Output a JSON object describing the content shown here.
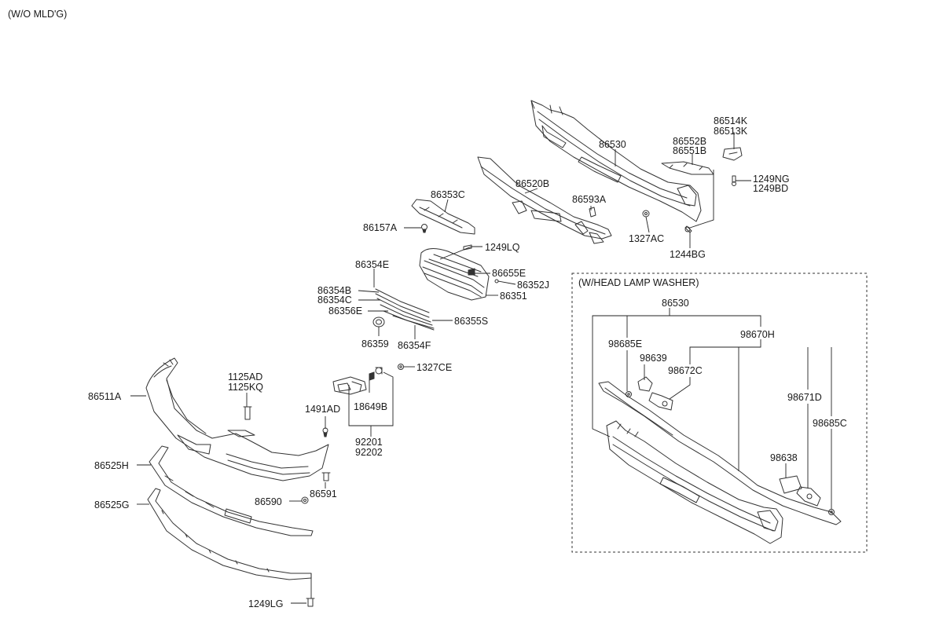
{
  "header_note": "(W/O MLD'G)",
  "inset_title": "(W/HEAD LAMP WASHER)",
  "labels": {
    "p86530": "86530",
    "p86514K": "86514K",
    "p86513K": "86513K",
    "p86552B": "86552B",
    "p86551B": "86551B",
    "p1249NG": "1249NG",
    "p1249BD": "1249BD",
    "p86520B": "86520B",
    "p86593A": "86593A",
    "p1327AC": "1327AC",
    "p1244BG": "1244BG",
    "p86353C": "86353C",
    "p86157A": "86157A",
    "p1249LQ": "1249LQ",
    "p86354E": "86354E",
    "p86655E": "86655E",
    "p86352J": "86352J",
    "p86354B": "86354B",
    "p86354C": "86354C",
    "p86351": "86351",
    "p86356E": "86356E",
    "p86355S": "86355S",
    "p86359": "86359",
    "p86354F": "86354F",
    "p1125AD": "1125AD",
    "p1125KQ": "1125KQ",
    "p1327CE": "1327CE",
    "p86511A": "86511A",
    "p1491AD": "1491AD",
    "p18649B": "18649B",
    "p92201": "92201",
    "p92202": "92202",
    "p86525H": "86525H",
    "p86590": "86590",
    "p86591": "86591",
    "p86525G": "86525G",
    "p1249LG": "1249LG",
    "i86530": "86530",
    "i98685E": "98685E",
    "i98670H": "98670H",
    "i98639": "98639",
    "i98672C": "98672C",
    "i98671D": "98671D",
    "i98685C": "98685C",
    "i98638": "98638"
  }
}
